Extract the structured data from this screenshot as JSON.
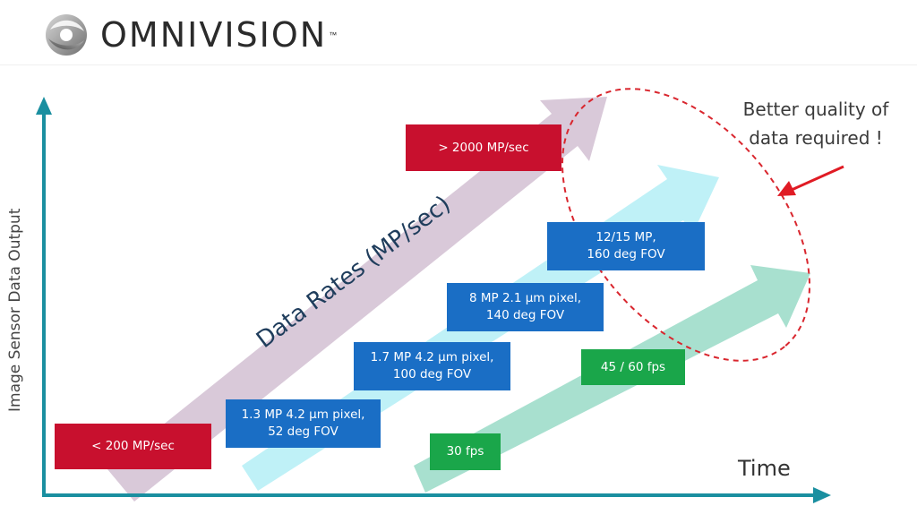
{
  "brand": {
    "name": "OMNIVISION",
    "trademark": "™",
    "logo_icon": "omnivision-logo-icon"
  },
  "axes": {
    "y_label": "Image Sensor Data Output",
    "x_label": "Time"
  },
  "trend_arrow_label": "Data Rates (MP/sec)",
  "boxes": {
    "rate_low": "< 200 MP/sec",
    "rate_high": "> 2000 MP/sec",
    "res_1_line1": "1.3 MP 4.2 µm pixel,",
    "res_1_line2": "52 deg FOV",
    "res_2_line1": "1.7 MP 4.2 µm pixel,",
    "res_2_line2": "100 deg FOV",
    "res_3_line1": "8 MP 2.1 µm pixel,",
    "res_3_line2": "140 deg FOV",
    "res_4_line1": "12/15 MP,",
    "res_4_line2": "160 deg FOV",
    "fps_low": "30 fps",
    "fps_high": "45 / 60  fps"
  },
  "callout": {
    "line1": "Better quality of",
    "line2": "data required !"
  },
  "colors": {
    "axis": "#1a8fa0",
    "data_rate_arrow": "#d9c9d9",
    "resolution_arrow": "#bff1f7",
    "fps_arrow": "#a8e0cf",
    "red_box": "#c8102e",
    "blue_box": "#1a6ec5",
    "green_box": "#1aa64a",
    "ellipse": "#d9262e"
  }
}
